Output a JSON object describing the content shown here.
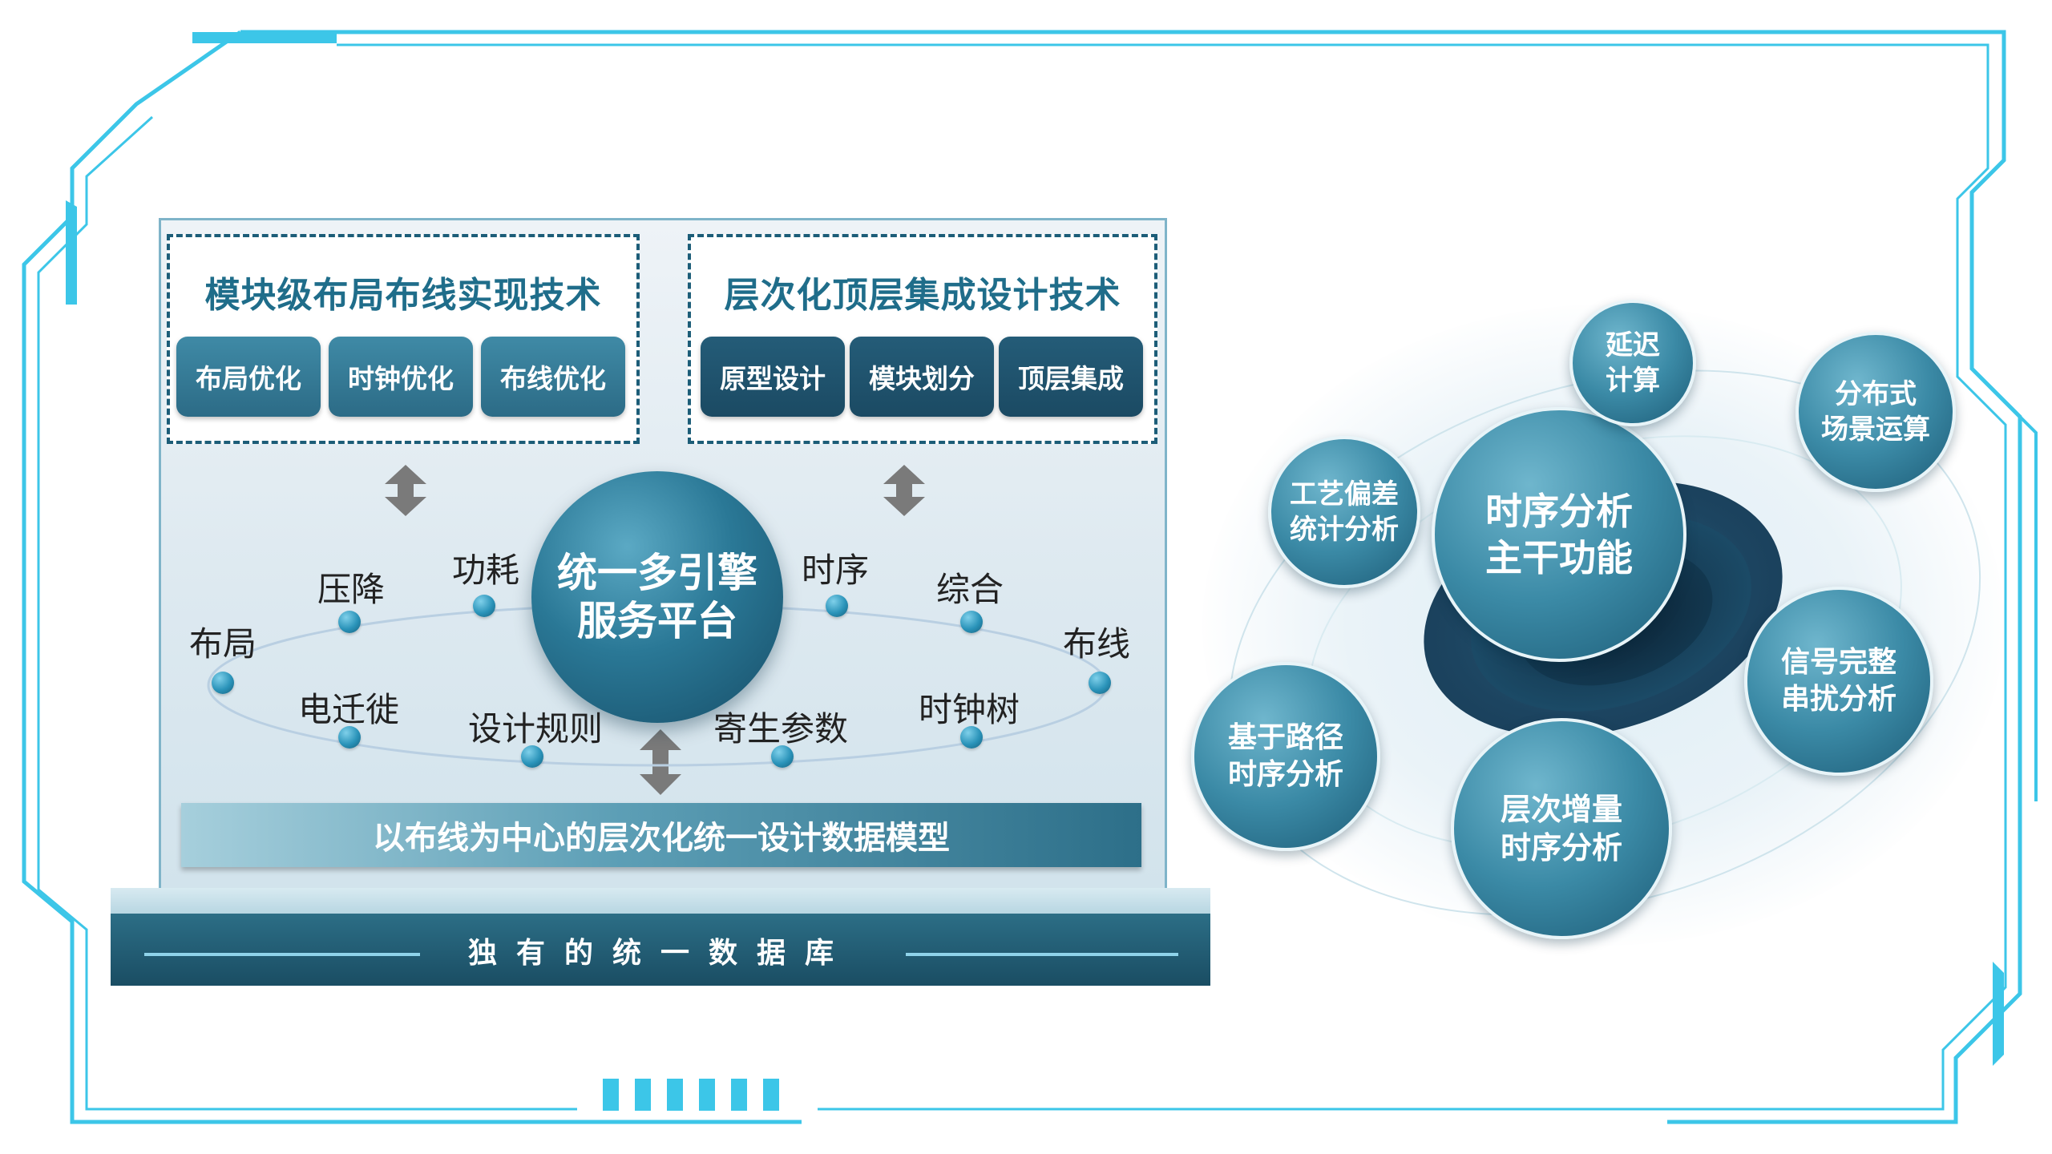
{
  "left_panel": {
    "tech_left": {
      "title": "模块级布局布线实现技术",
      "chips": [
        "布局优化",
        "时钟优化",
        "布线优化"
      ]
    },
    "tech_right": {
      "title": "层次化顶层集成设计技术",
      "chips": [
        "原型设计",
        "模块划分",
        "顶层集成"
      ]
    },
    "hub": {
      "line1": "统一多引擎",
      "line2": "服务平台"
    },
    "ring_labels": {
      "layout": "布局",
      "ir_drop": "压降",
      "power": "功耗",
      "timing": "时序",
      "synthesis": "综合",
      "routing": "布线",
      "electromigration": "电迁徙",
      "design_rules": "设计规则",
      "parasitics": "寄生参数",
      "clock_tree": "时钟树"
    },
    "model_bar": "以布线为中心的层次化统一设计数据模型",
    "database": "独有的统一数据库"
  },
  "right_cluster": {
    "center": {
      "line1": "时序分析",
      "line2": "主干功能"
    },
    "bubbles": {
      "delay": {
        "line1": "延迟",
        "line2": "计算"
      },
      "distributed": {
        "line1": "分布式",
        "line2": "场景运算"
      },
      "process_variation": {
        "line1": "工艺偏差",
        "line2": "统计分析"
      },
      "signal_integrity": {
        "line1": "信号完整",
        "line2": "串扰分析"
      },
      "path_based": {
        "line1": "基于路径",
        "line2": "时序分析"
      },
      "incremental": {
        "line1": "层次增量",
        "line2": "时序分析"
      }
    }
  },
  "colors": {
    "frame_cyan": "#3cc6e8",
    "primary_teal": "#2c6b86",
    "title_teal": "#1f6d8a"
  }
}
